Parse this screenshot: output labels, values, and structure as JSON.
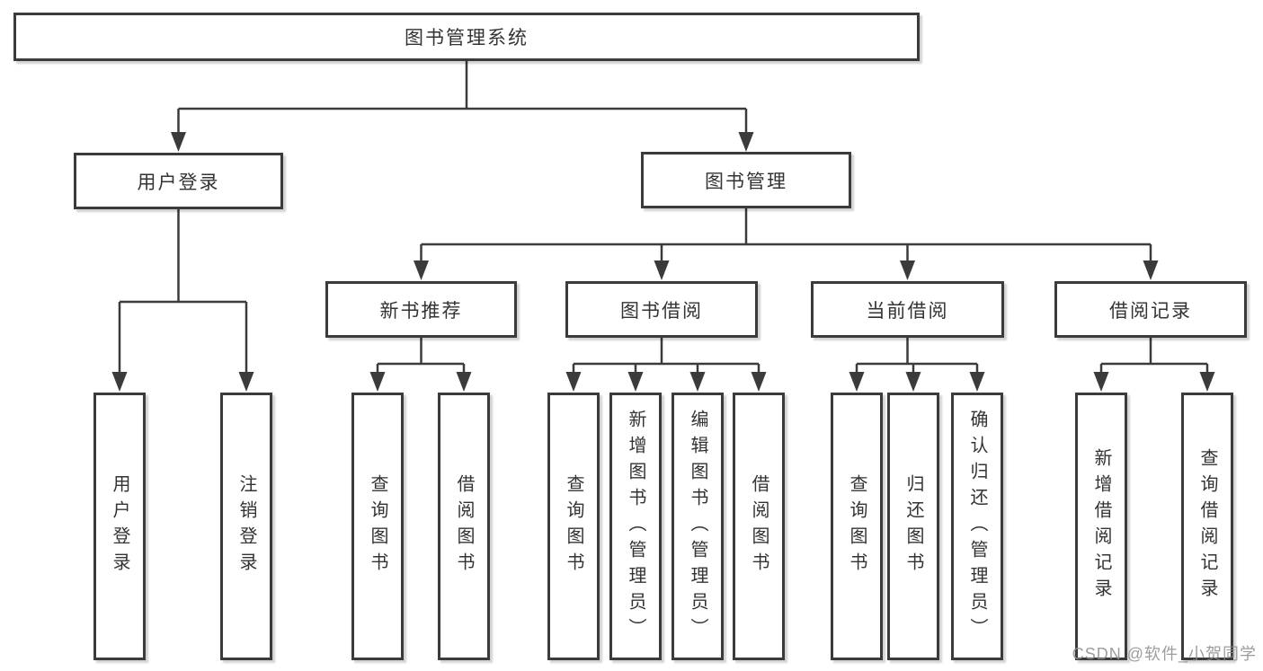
{
  "colors": {
    "line": "#3b3b3b",
    "box_border": "#3b3b3b",
    "box_fill": "#ffffff",
    "text": "#333333",
    "watermark": "#8c8c8c",
    "background": "#ffffff"
  },
  "diagram": {
    "type": "hierarchy-tree",
    "root": {
      "label": "图书管理系统",
      "children": [
        {
          "label": "用户登录",
          "children": [
            {
              "label": "用户登录"
            },
            {
              "label": "注销登录"
            }
          ]
        },
        {
          "label": "图书管理",
          "children": [
            {
              "label": "新书推荐",
              "children": [
                {
                  "label": "查询图书"
                },
                {
                  "label": "借阅图书"
                }
              ]
            },
            {
              "label": "图书借阅",
              "children": [
                {
                  "label": "查询图书"
                },
                {
                  "label": "新增图书（管理员）"
                },
                {
                  "label": "编辑图书（管理员）"
                },
                {
                  "label": "借阅图书"
                }
              ]
            },
            {
              "label": "当前借阅",
              "children": [
                {
                  "label": "查询图书"
                },
                {
                  "label": "归还图书"
                },
                {
                  "label": "确认归还（管理员）"
                }
              ]
            },
            {
              "label": "借阅记录",
              "children": [
                {
                  "label": "新增借阅记录"
                },
                {
                  "label": "查询借阅记录"
                }
              ]
            }
          ]
        }
      ]
    }
  },
  "watermark": {
    "text": "CSDN @软件_小贺同学"
  }
}
